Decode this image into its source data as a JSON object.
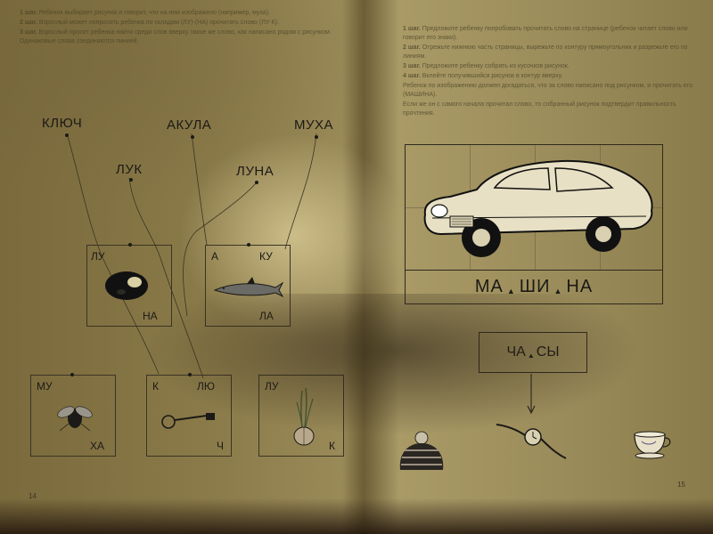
{
  "left_page": {
    "instructions": [
      {
        "step": "1 шаг.",
        "text": "Ребенок выбирает рисунок и говорит, что на нем изображено (например, муха)."
      },
      {
        "step": "2 шаг.",
        "text": "Взрослый может попросить ребенка по складам (ЛУ)-(НА) прочитать слово (ЛУ-К)."
      },
      {
        "step": "3 шаг.",
        "text": "Взрослый просит ребенка найти среди слов вверху такое же слово, как написано рядом с рисунком. Одинаковые слова соединяются линией."
      }
    ],
    "words": {
      "kluch": "КЛЮЧ",
      "akula": "АКУЛА",
      "mukha": "МУХА",
      "luk": "ЛУК",
      "luna": "ЛУНА"
    },
    "cards": {
      "moon": {
        "s1": "ЛУ",
        "s2": "НА"
      },
      "shark": {
        "s1": "А",
        "s2": "КУ",
        "s3": "ЛА"
      },
      "fly": {
        "s1": "МУ",
        "s2": "ХА"
      },
      "key": {
        "s1": "К",
        "s2": "ЛЮ",
        "s3": "Ч"
      },
      "onion": {
        "s1": "ЛУ",
        "s2": "К"
      }
    },
    "page_number": "14"
  },
  "right_page": {
    "instructions": [
      {
        "step": "1 шаг.",
        "text": "Предложите ребенку попробовать прочитать слово на странице (ребенок читает слово или говорит его знаки)."
      },
      {
        "step": "2 шаг.",
        "text": "Отрежьте нижнюю часть страницы, вырежьте по контуру прямоугольник и разрежьте его по линиям."
      },
      {
        "step": "3 шаг.",
        "text": "Предложите ребенку собрать из кусочков рисунок."
      },
      {
        "step": "4 шаг.",
        "text": "Вклейте получившийся рисунок в контур вверху."
      },
      {
        "step": "",
        "text": "Ребенок по изображению должен догадаться, что за слово написано под рисунком, и прочитать его (МАШИНА)."
      },
      {
        "step": "",
        "text": "Если же он с самого начала прочитал слово, то собранный рисунок подтвердит правильность прочтения."
      }
    ],
    "car_word": {
      "s1": "МА",
      "s2": "ШИ",
      "s3": "НА"
    },
    "clock_word": {
      "s1": "ЧА",
      "s2": "СЫ"
    },
    "separator": "▲",
    "page_number": "15"
  }
}
